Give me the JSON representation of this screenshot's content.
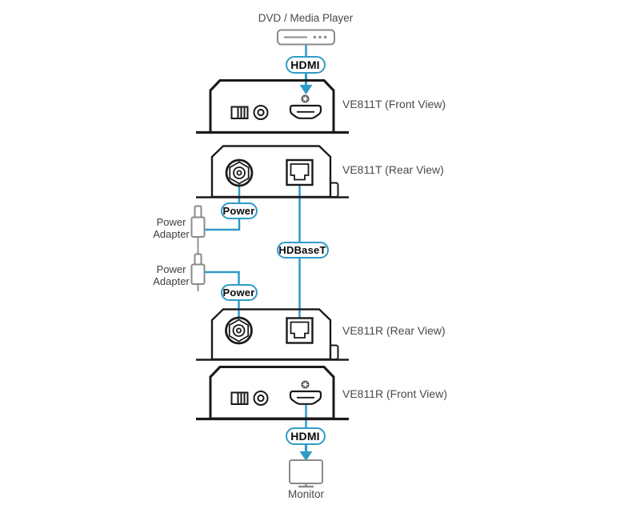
{
  "source": {
    "label": "DVD / Media Player"
  },
  "sink": {
    "label": "Monitor"
  },
  "devices": {
    "tx_front": "VE811T (Front View)",
    "tx_rear": "VE811T (Rear View)",
    "rx_rear": "VE811R (Rear View)",
    "rx_front": "VE811R (Front View)"
  },
  "connections": {
    "hdmi_in": "HDMI",
    "hdmi_out": "HDMI",
    "hdbaset": "HDBaseT",
    "power_tx": "Power",
    "power_rx": "Power"
  },
  "power_adapters": [
    {
      "line1": "Power",
      "line2": "Adapter"
    },
    {
      "line1": "Power",
      "line2": "Adapter"
    }
  ],
  "colors": {
    "accent": "#2f9bc7",
    "outline": "#1a1a1a",
    "icon_gray": "#8a8a8a",
    "label_text": "#4a4a4a"
  }
}
